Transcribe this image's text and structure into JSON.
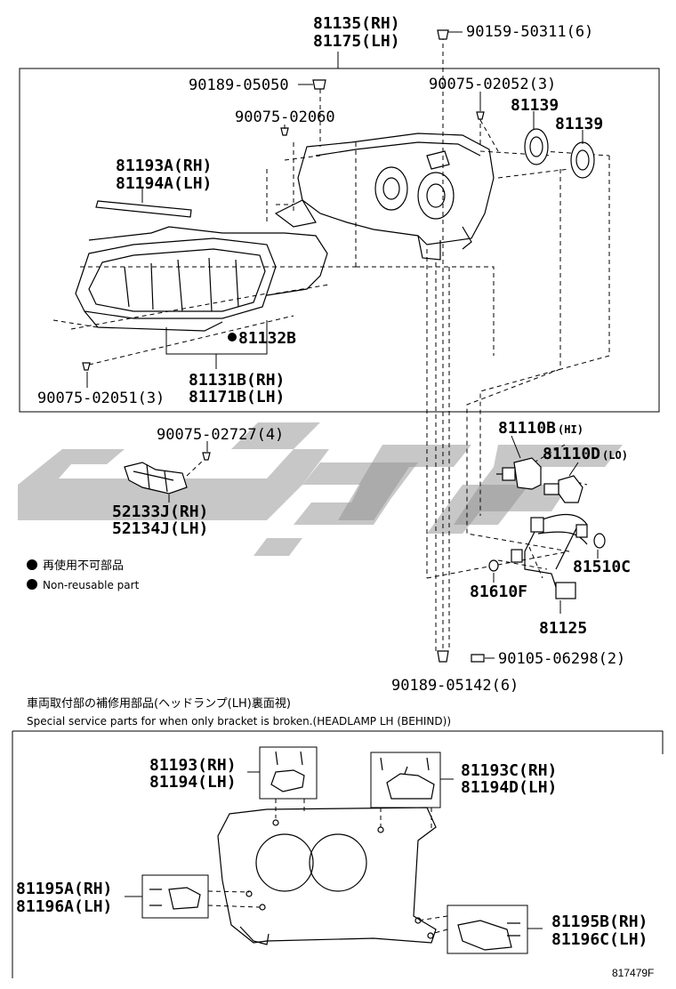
{
  "labels": {
    "p81135_rh": "81135(RH)",
    "p81175_lh": "81175(LH)",
    "p90159": "90159-50311(6)",
    "p90189_05050": "90189-05050",
    "p90075_02052": "90075-02052(3)",
    "p81139_a": "81139",
    "p81139_b": "81139",
    "p90075_02060": "90075-02060",
    "p81193a": "81193A(RH)",
    "p81194a": "81194A(LH)",
    "p81132b": "81132B",
    "p81131b": "81131B(RH)",
    "p81171b": "81171B(LH)",
    "p90075_02051": "90075-02051(3)",
    "p90075_02727": "90075-02727(4)",
    "p52133j": "52133J(RH)",
    "p52134j": "52134J(LH)",
    "p81110b": "81110B",
    "p81110b_tag": "(HI)",
    "p81110d": "81110D",
    "p81110d_tag": "(LO)",
    "p81510c": "81510C",
    "p81610f": "81610F",
    "p81125": "81125",
    "p90105": "90105-06298(2)",
    "p90189_05142": "90189-05142(6)",
    "p81193": "81193(RH)",
    "p81194": "81194(LH)",
    "p81193c": "81193C(RH)",
    "p81194d": "81194D(LH)",
    "p81195a": "81195A(RH)",
    "p81196a": "81196A(LH)",
    "p81195b": "81195B(RH)",
    "p81196c": "81196C(LH)"
  },
  "legend": {
    "non_reusable_jp": "再使用不可部品",
    "non_reusable_en": "Non-reusable part"
  },
  "notes": {
    "service_jp": "車両取付部の補修用部品(ヘッドランプ(LH)裏面視)",
    "service_en": "Special service parts for when only bracket is broken.(HEADLAMP LH (BEHIND))"
  },
  "diagram_code": "817479F",
  "icons": [
    "bullet-dot-icon",
    "bolt-icon",
    "screw-icon",
    "clip-icon",
    "bulb-icon",
    "socket-icon",
    "grommet-icon"
  ]
}
